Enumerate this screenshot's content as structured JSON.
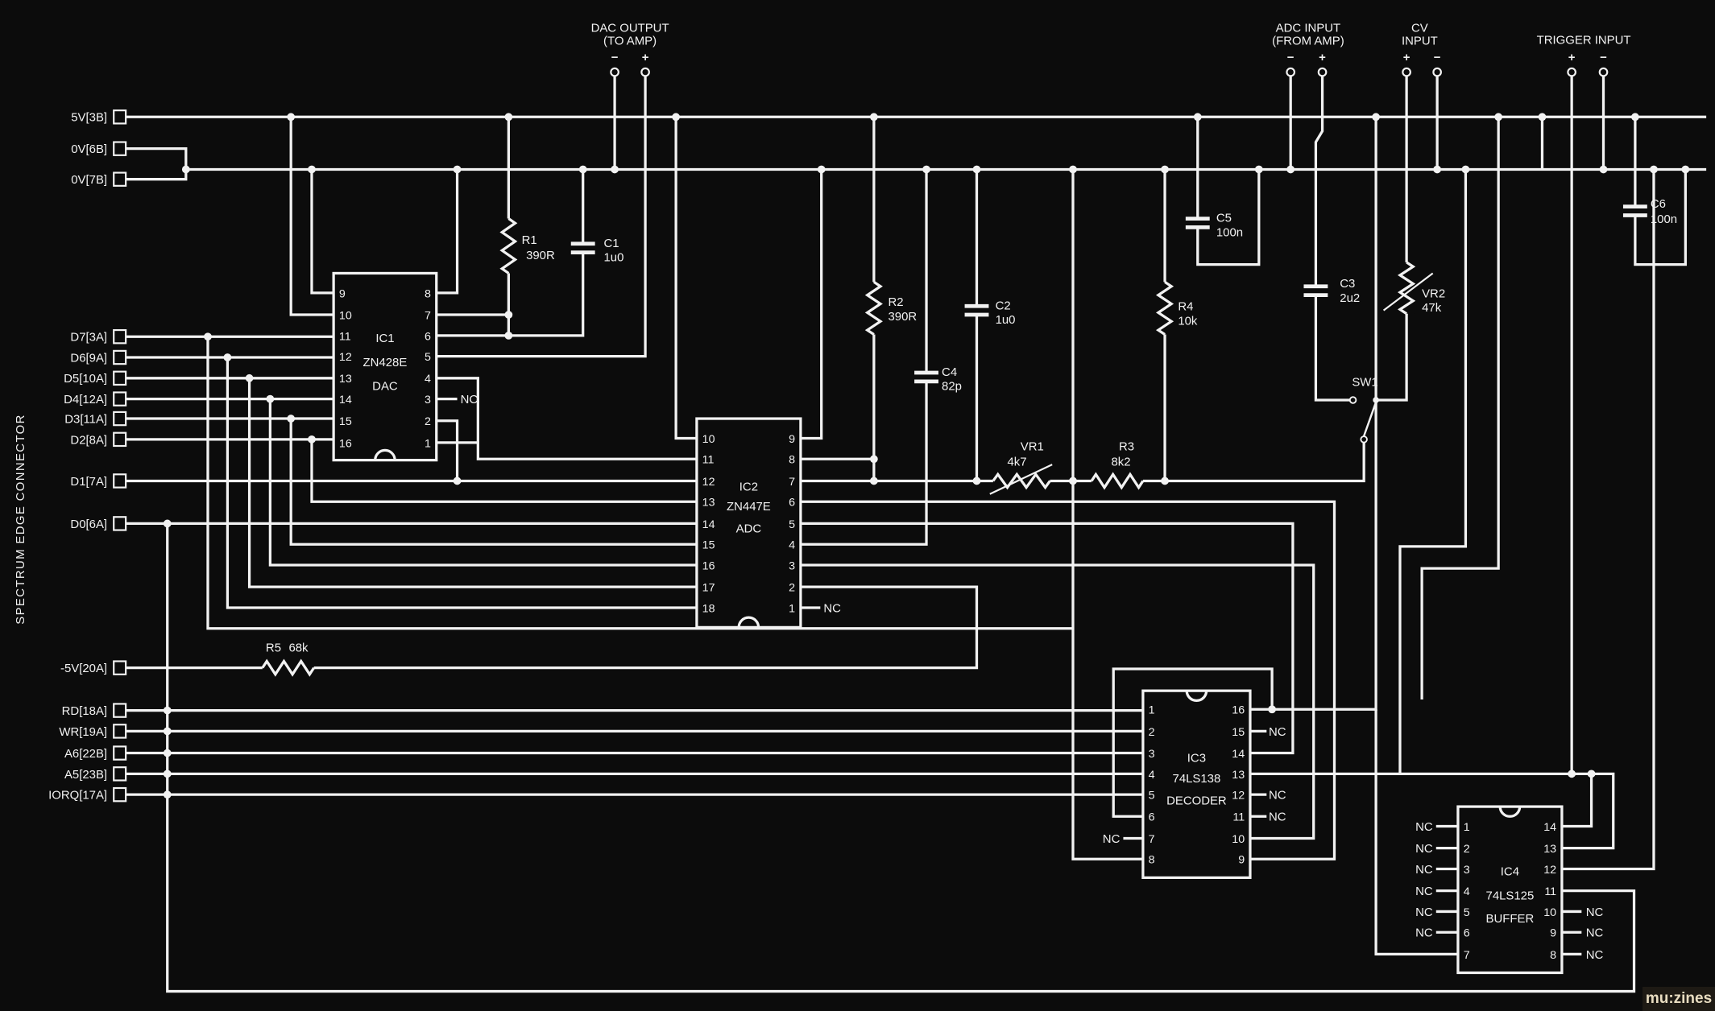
{
  "connector": {
    "title": "SPECTRUM EDGE CONNECTOR",
    "pins": [
      "5V[3B]",
      "0V[6B]",
      "0V[7B]",
      "D7[3A]",
      "D6[9A]",
      "D5[10A]",
      "D4[12A]",
      "D3[11A]",
      "D2[8A]",
      "D1[7A]",
      "D0[6A]",
      "-5V[20A]",
      "RD[18A]",
      "WR[19A]",
      "A6[22B]",
      "A5[23B]",
      "IORQ[17A]"
    ]
  },
  "terminals": [
    {
      "line1": "DAC OUTPUT",
      "line2": "(TO AMP)",
      "pol_a": "−",
      "pol_b": "+"
    },
    {
      "line1": "ADC INPUT",
      "line2": "(FROM AMP)",
      "pol_a": "−",
      "pol_b": "+"
    },
    {
      "line1": "CV",
      "line2": "INPUT",
      "pol_a": "+",
      "pol_b": "−"
    },
    {
      "line1": "",
      "line2": "TRIGGER INPUT",
      "pol_a": "+",
      "pol_b": "−"
    }
  ],
  "ics": [
    {
      "ref": "IC1",
      "part": "ZN428E",
      "function": "DAC",
      "left_pins": [
        "9",
        "10",
        "11",
        "12",
        "13",
        "14",
        "15",
        "16"
      ],
      "right_pins": [
        "8",
        "7",
        "6",
        "5",
        "4",
        "3",
        "2",
        "1"
      ]
    },
    {
      "ref": "IC2",
      "part": "ZN447E",
      "function": "ADC",
      "left_pins": [
        "10",
        "11",
        "12",
        "13",
        "14",
        "15",
        "16",
        "17",
        "18"
      ],
      "right_pins": [
        "9",
        "8",
        "7",
        "6",
        "5",
        "4",
        "3",
        "2",
        "1"
      ]
    },
    {
      "ref": "IC3",
      "part": "74LS138",
      "function": "DECODER",
      "left_pins": [
        "1",
        "2",
        "3",
        "4",
        "5",
        "6",
        "7",
        "8"
      ],
      "right_pins": [
        "16",
        "15",
        "14",
        "13",
        "12",
        "11",
        "10",
        "9"
      ]
    },
    {
      "ref": "IC4",
      "part": "74LS125",
      "function": "BUFFER",
      "left_pins": [
        "1",
        "2",
        "3",
        "4",
        "5",
        "6",
        "7"
      ],
      "right_pins": [
        "14",
        "13",
        "12",
        "11",
        "10",
        "9",
        "8"
      ]
    }
  ],
  "components": [
    {
      "ref": "R1",
      "value": "390R"
    },
    {
      "ref": "C1",
      "value": "1u0"
    },
    {
      "ref": "R2",
      "value": "390R"
    },
    {
      "ref": "C2",
      "value": "1u0"
    },
    {
      "ref": "C4",
      "value": "82p"
    },
    {
      "ref": "R4",
      "value": "10k"
    },
    {
      "ref": "C5",
      "value": "100n"
    },
    {
      "ref": "C3",
      "value": "2u2"
    },
    {
      "ref": "VR2",
      "value": "47k"
    },
    {
      "ref": "C6",
      "value": "100n"
    },
    {
      "ref": "VR1",
      "value": "4k7"
    },
    {
      "ref": "R3",
      "value": "8k2"
    },
    {
      "ref": "R5",
      "value": "68k"
    }
  ],
  "switch": {
    "ref": "SW1"
  },
  "nc_label": "NC",
  "logo": "mu:zines"
}
